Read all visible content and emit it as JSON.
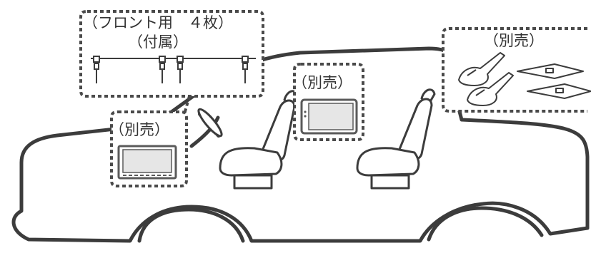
{
  "callouts": {
    "antenna_line1": "（フロント用　４枚）",
    "antenna_line2": "（付属）",
    "navi_label": "（別売）",
    "monitor_label": "（別売）",
    "rear_label": "（別売）"
  },
  "colors": {
    "outline": "#3c3c3c",
    "callout_border": "#4a4a4a",
    "screen_frame": "#5a5a5a",
    "screen_fill": "#e6e6e6"
  }
}
